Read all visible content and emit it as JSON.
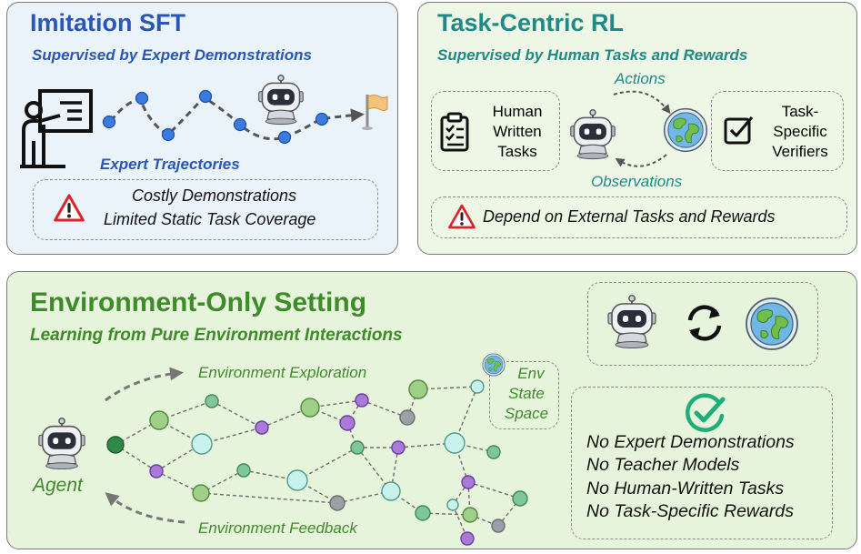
{
  "sft": {
    "title": "Imitation SFT",
    "subtitle": "Supervised by Expert Demonstrations",
    "trajectory_label": "Expert Trajectories",
    "limits": [
      "Costly Demonstrations",
      "Limited Static Task Coverage"
    ]
  },
  "rl": {
    "title": "Task-Centric RL",
    "subtitle": "Supervised by Human Tasks and Rewards",
    "actions_label": "Actions",
    "observations_label": "Observations",
    "tasks_label": [
      "Human",
      "Written",
      "Tasks"
    ],
    "verifiers_label": [
      "Task-",
      "Specific",
      "Verifiers"
    ],
    "limit": "Depend on External Tasks and Rewards"
  },
  "env": {
    "title": "Environment-Only Setting",
    "subtitle": "Learning from Pure Environment Interactions",
    "exploration_label": "Environment Exploration",
    "feedback_label": "Environment Feedback",
    "agent_label": "Agent",
    "state_space_label": [
      "Env",
      "State",
      "Space"
    ],
    "benefits": [
      "No Expert Demonstrations",
      "No Teacher Models",
      "No Human-Written Tasks",
      "No Task-Specific Rewards"
    ]
  },
  "colors": {
    "sft_accent": "#2a56b8",
    "rl_accent": "#1f8a86",
    "env_accent": "#3f8a2a",
    "warning_red": "#d9262c",
    "check_green": "#1fae7a"
  },
  "icons": [
    "teacher-icon",
    "robot-icon",
    "flag-icon",
    "warning-icon",
    "clipboard-icon",
    "globe-icon",
    "checkbox-icon",
    "cycle-icon",
    "check-circle-icon"
  ]
}
